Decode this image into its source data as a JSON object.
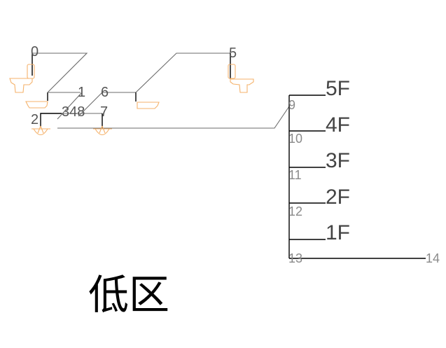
{
  "drawing": {
    "title": "低区",
    "node_labels": [
      "0",
      "1",
      "2",
      "348",
      "5",
      "6",
      "7"
    ],
    "riser_labels": [
      "9",
      "10",
      "11",
      "12",
      "13",
      "14"
    ],
    "floor_labels": [
      "5F",
      "4F",
      "3F",
      "2F",
      "1F"
    ],
    "colors": {
      "pipe": "#000000",
      "pipe_secondary": "#6b6b6b",
      "fixture": "#f5b26b"
    },
    "fixtures": [
      {
        "id": "toilet-left",
        "type": "toilet"
      },
      {
        "id": "basin-left",
        "type": "washbasin"
      },
      {
        "id": "floor-drain-2",
        "type": "floor-drain"
      },
      {
        "id": "basin-mid",
        "type": "washbasin"
      },
      {
        "id": "floor-drain-7",
        "type": "floor-drain"
      },
      {
        "id": "toilet-right",
        "type": "toilet"
      }
    ]
  }
}
